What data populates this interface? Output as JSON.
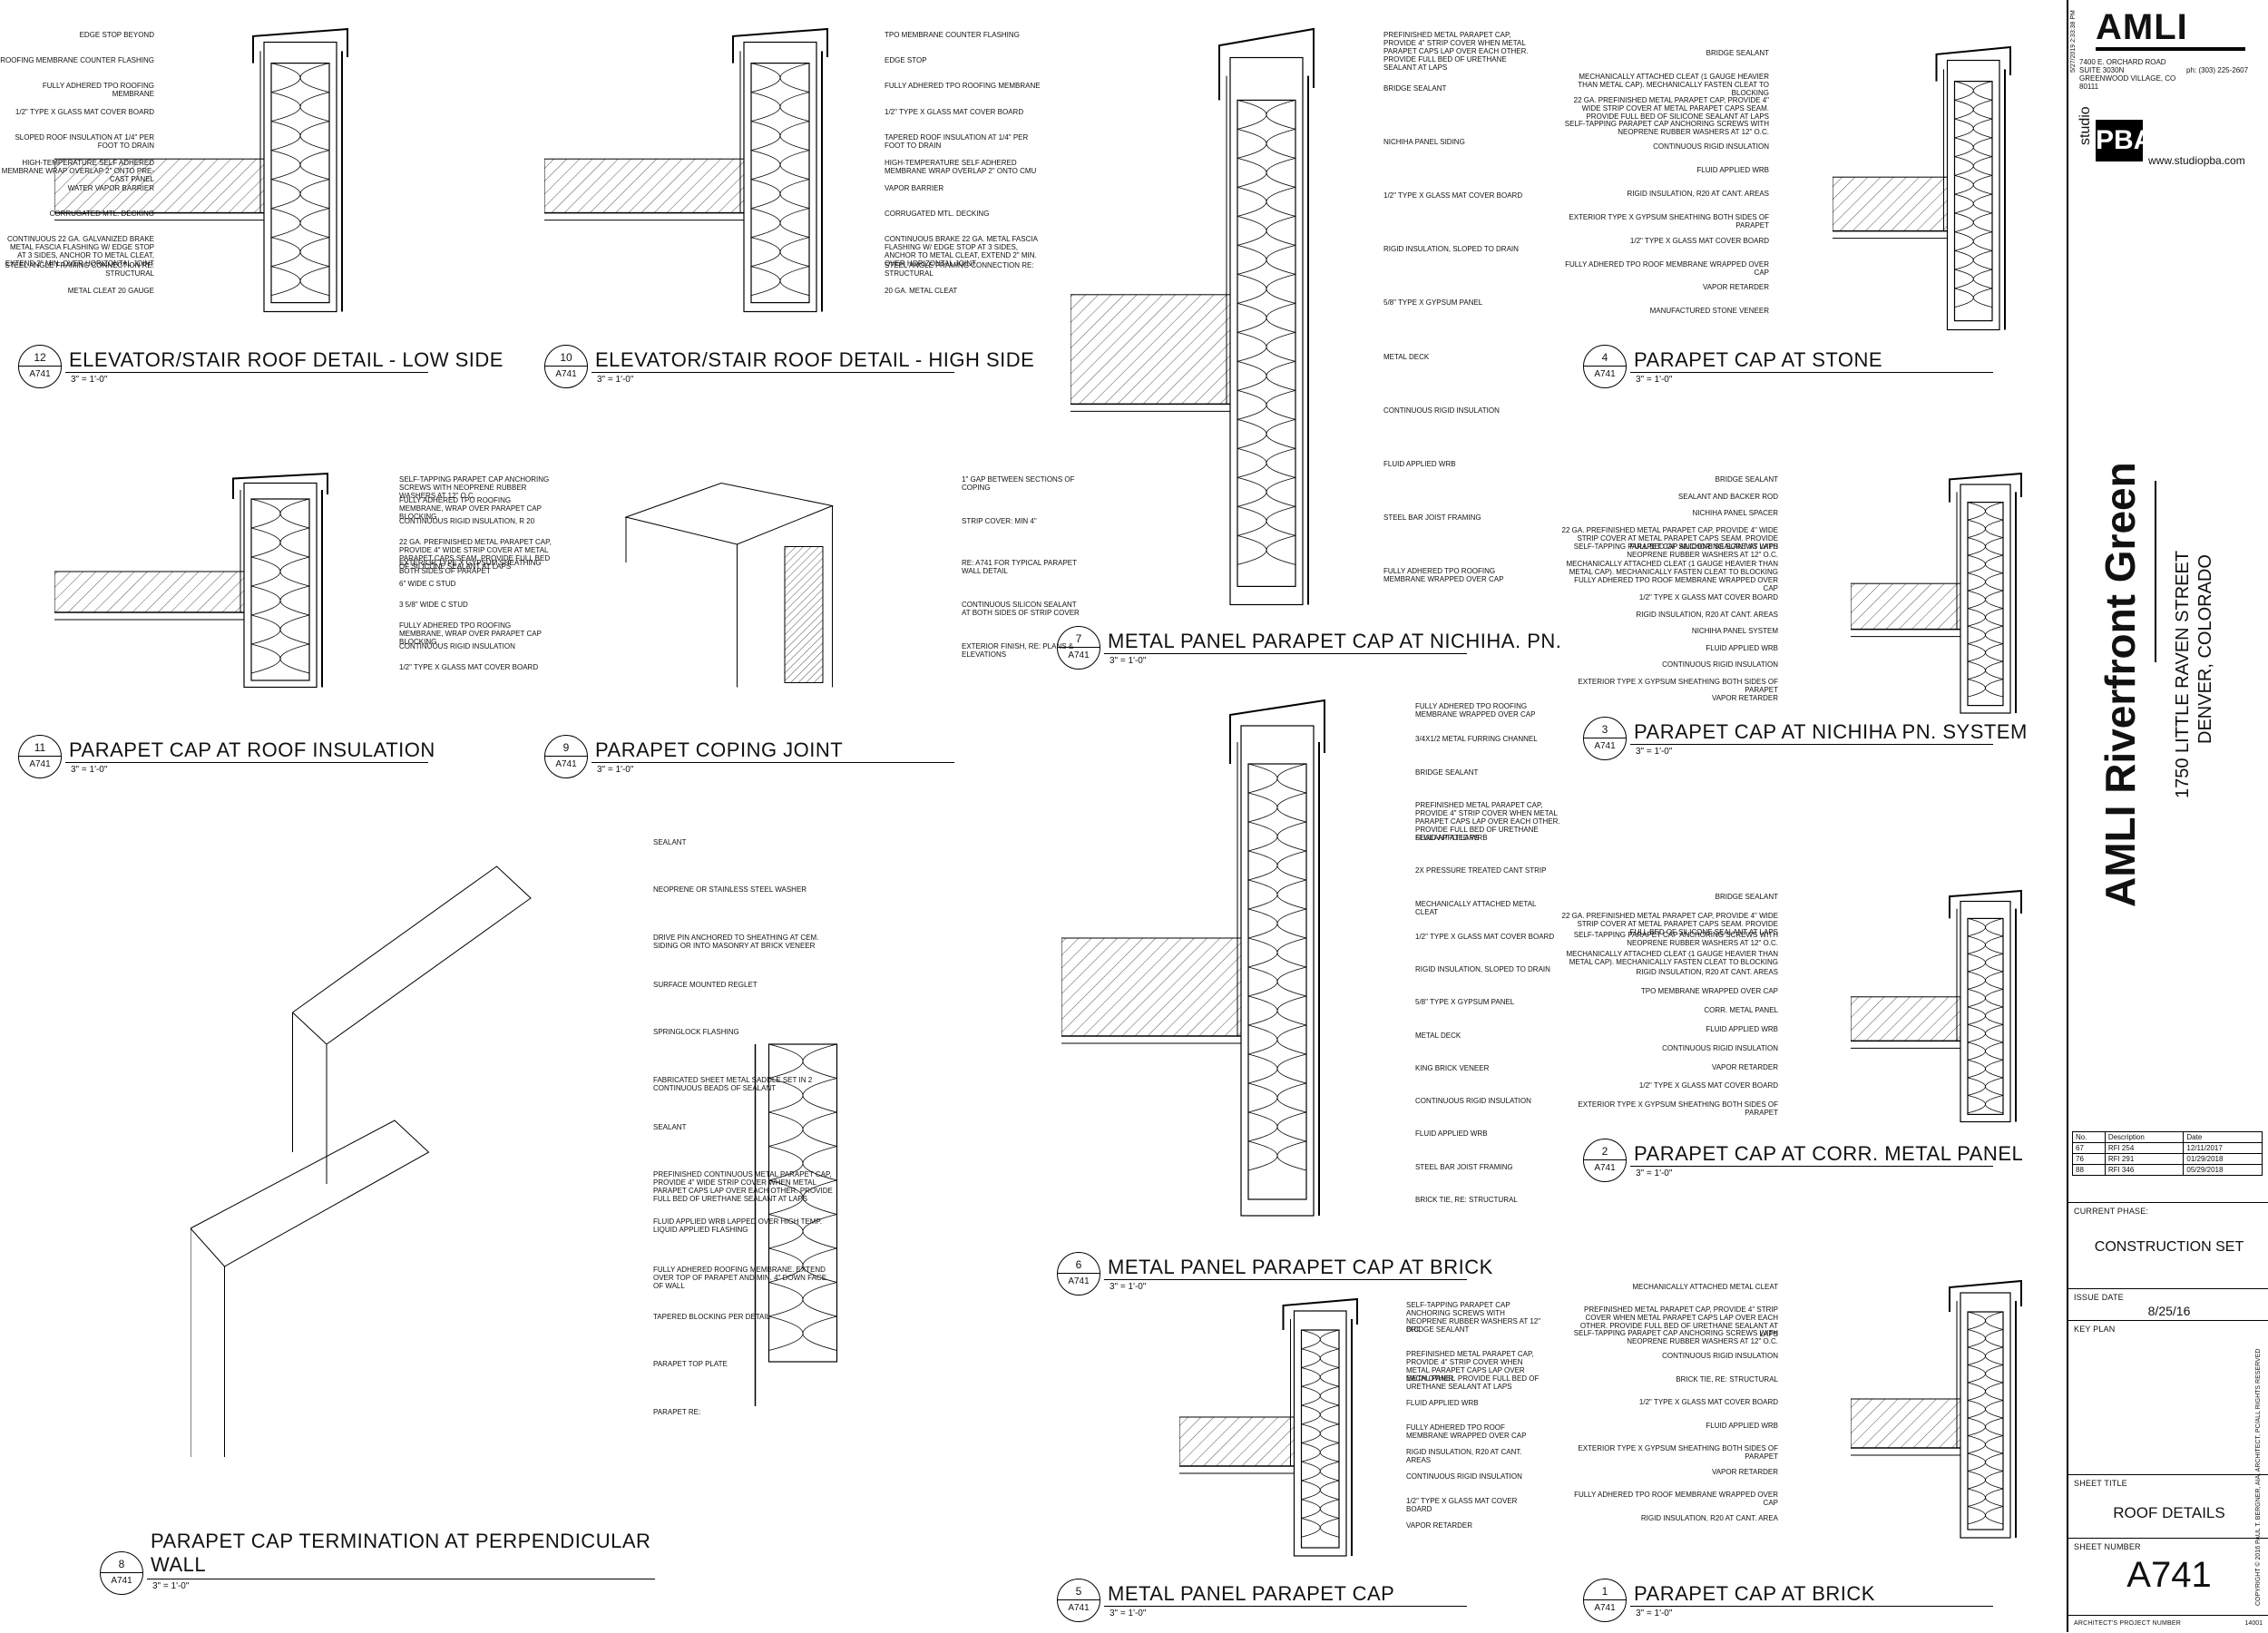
{
  "project": {
    "name": "AMLI Riverfront Green",
    "address_line1": "1750 LITTLE RAVEN STREET",
    "address_line2": "DENVER, COLORADO"
  },
  "owner": {
    "logo_text": "AMLI",
    "address": [
      "7400 E. ORCHARD ROAD",
      "SUITE 3030N",
      "GREENWOOD VILLAGE, CO",
      "80111"
    ],
    "phone": "ph: (303) 225-2607"
  },
  "architect": {
    "logo_top": "studio",
    "logo_main": "PBA",
    "website": "www.studiopba.com",
    "project_number_label": "ARCHITECT'S PROJECT NUMBER",
    "project_number": "14001",
    "copyright": "COPYRIGHT © 2016 PAUL T. BERGNER, AIA, ARCHITECT, PC/ALL RIGHTS RESERVED"
  },
  "revisions": {
    "headers": [
      "No.",
      "Description",
      "Date"
    ],
    "rows": [
      [
        "67",
        "RFI 254",
        "12/11/2017"
      ],
      [
        "76",
        "RFI 291",
        "01/29/2018"
      ],
      [
        "88",
        "RFI 346",
        "05/29/2018"
      ]
    ]
  },
  "sheet": {
    "phase_label": "CURRENT PHASE:",
    "phase": "CONSTRUCTION SET",
    "issue_label": "ISSUE DATE",
    "issue_date": "8/25/16",
    "keyplan_label": "KEY PLAN",
    "title_label": "SHEET TITLE",
    "title": "ROOF DETAILS",
    "number_label": "SHEET NUMBER",
    "number": "A741",
    "plot_stamp": "5/27/2019 2:33:38 PM"
  },
  "details": [
    {
      "id": "d12",
      "num": "12",
      "sheet": "A741",
      "title": "ELEVATOR/STAIR ROOF DETAIL - LOW SIDE",
      "scale": "3\" = 1'-0\"",
      "notes": [
        "EDGE STOP BEYOND",
        "ROOFING MEMBRANE COUNTER FLASHING",
        "FULLY ADHERED TPO ROOFING MEMBRANE",
        "1/2\" TYPE X GLASS MAT COVER BOARD",
        "SLOPED ROOF INSULATION AT 1/4\" PER FOOT TO DRAIN",
        "HIGH-TEMPERATURE SELF ADHERED MEMBRANE WRAP OVERLAP 2\" ONTO PRE-CAST PANEL",
        "WATER VAPOR BARRIER",
        "CORRUGATED MTL. DECKING",
        "CONTINUOUS 22 GA. GALVANIZED BRAKE METAL FASCIA FLASHING W/ EDGE STOP AT 3 SIDES, ANCHOR TO METAL CLEAT, EXTEND 2\" MIN. OVER HORIZONTAL JOINT",
        "STEEL ANGLE FRAMING CONNECTION RE: STRUCTURAL",
        "METAL CLEAT 20 GAUGE"
      ]
    },
    {
      "id": "d10",
      "num": "10",
      "sheet": "A741",
      "title": "ELEVATOR/STAIR ROOF DETAIL - HIGH SIDE",
      "scale": "3\" = 1'-0\"",
      "notes": [
        "TPO MEMBRANE COUNTER FLASHING",
        "EDGE STOP",
        "FULLY ADHERED TPO ROOFING MEMBRANE",
        "1/2\" TYPE X GLASS MAT COVER BOARD",
        "TAPERED ROOF INSULATION AT 1/4\" PER FOOT TO DRAIN",
        "HIGH-TEMPERATURE SELF ADHERED MEMBRANE WRAP OVERLAP 2\" ONTO CMU",
        "VAPOR BARRIER",
        "CORRUGATED MTL. DECKING",
        "CONTINUOUS BRAKE 22 GA. METAL FASCIA FLASHING W/ EDGE STOP AT 3 SIDES, ANCHOR TO METAL CLEAT, EXTEND 2\" MIN. OVER HORIZONTAL JOINT",
        "STEEL ANGLE FRAMING CONNECTION RE: STRUCTURAL",
        "20 GA. METAL CLEAT"
      ]
    },
    {
      "id": "d7",
      "num": "7",
      "sheet": "A741",
      "title": "METAL PANEL PARAPET CAP AT NICHIHA. PN.",
      "scale": "3\" = 1'-0\"",
      "notes": [
        "PREFINISHED METAL PARAPET CAP, PROVIDE 4\" STRIP COVER WHEN METAL PARAPET CAPS LAP OVER EACH OTHER. PROVIDE FULL BED OF URETHANE SEALANT AT LAPS",
        "BRIDGE SEALANT",
        "NICHIHA PANEL SIDING",
        "1/2\" TYPE X GLASS MAT COVER BOARD",
        "RIGID INSULATION, SLOPED TO DRAIN",
        "5/8\" TYPE X GYPSUM PANEL",
        "METAL DECK",
        "CONTINUOUS RIGID INSULATION",
        "FLUID APPLIED WRB",
        "STEEL BAR JOIST FRAMING",
        "FULLY ADHERED TPO ROOFING MEMBRANE WRAPPED OVER CAP"
      ]
    },
    {
      "id": "d4",
      "num": "4",
      "sheet": "A741",
      "title": "PARAPET CAP AT STONE",
      "scale": "3\" = 1'-0\"",
      "notes": [
        "BRIDGE SEALANT",
        "MECHANICALLY ATTACHED CLEAT (1 GAUGE HEAVIER THAN METAL CAP). MECHANICALLY FASTEN CLEAT TO BLOCKING",
        "22 GA. PREFINISHED METAL PARAPET CAP, PROVIDE 4\" WIDE STRIP COVER AT METAL PARAPET CAPS SEAM. PROVIDE FULL BED OF SILICONE SEALANT AT LAPS",
        "SELF-TAPPING PARAPET CAP ANCHORING SCREWS WITH NEOPRENE RUBBER WASHERS AT 12\" O.C.",
        "CONTINUOUS RIGID INSULATION",
        "FLUID APPLIED WRB",
        "RIGID INSULATION, R20 AT CANT. AREAS",
        "EXTERIOR TYPE X GYPSUM SHEATHING BOTH SIDES OF PARAPET",
        "1/2\" TYPE X GLASS MAT COVER BOARD",
        "FULLY ADHERED TPO ROOF MEMBRANE WRAPPED OVER CAP",
        "VAPOR RETARDER",
        "MANUFACTURED STONE VENEER"
      ]
    },
    {
      "id": "d11",
      "num": "11",
      "sheet": "A741",
      "title": "PARAPET CAP AT ROOF INSULATION",
      "scale": "3\" = 1'-0\"",
      "notes": [
        "SELF-TAPPING PARAPET CAP ANCHORING SCREWS WITH NEOPRENE RUBBER WASHERS AT 12\" O.C.",
        "FULLY ADHERED TPO ROOFING MEMBRANE, WRAP OVER PARAPET CAP BLOCKING",
        "CONTINUOUS RIGID INSULATION, R 20",
        "22 GA. PREFINISHED METAL PARAPET CAP, PROVIDE 4\" WIDE STRIP COVER AT METAL PARAPET CAPS SEAM. PROVIDE FULL BED OF SILICONE SEALANT AT LAPS",
        "EXTERIOR TYPE X GYPSUM SHEATHING BOTH SIDES OF PARAPET",
        "6\" WIDE C STUD",
        "3 5/8\" WIDE C STUD",
        "FULLY ADHERED TPO ROOFING MEMBRANE, WRAP OVER PARAPET CAP BLOCKING",
        "CONTINUOUS RIGID INSULATION",
        "1/2\" TYPE X GLASS MAT COVER BOARD"
      ]
    },
    {
      "id": "d9",
      "num": "9",
      "sheet": "A741",
      "title": "PARAPET COPING JOINT",
      "scale": "3\" = 1'-0\"",
      "notes": [
        "1\" GAP BETWEEN SECTIONS OF COPING",
        "STRIP COVER: MIN 4\"",
        "RE: A741 FOR TYPICAL PARAPET WALL DETAIL",
        "CONTINUOUS SILICON SEALANT AT BOTH SIDES OF STRIP COVER",
        "EXTERIOR FINISH, RE: PLANS & ELEVATIONS"
      ]
    },
    {
      "id": "d3",
      "num": "3",
      "sheet": "A741",
      "title": "PARAPET CAP AT NICHIHA PN. SYSTEM",
      "scale": "3\" = 1'-0\"",
      "notes": [
        "BRIDGE SEALANT",
        "SEALANT AND BACKER ROD",
        "NICHIHA PANEL SPACER",
        "22 GA. PREFINISHED METAL PARAPET CAP, PROVIDE 4\" WIDE STRIP COVER AT METAL PARAPET CAPS SEAM. PROVIDE FULL BED OF SILICONE SEALANT AT LAPS",
        "SELF-TAPPING PARAPET CAP ANCHORING SCREWS WITH NEOPRENE RUBBER WASHERS AT 12\" O.C.",
        "MECHANICALLY ATTACHED CLEAT (1 GAUGE HEAVIER THAN METAL CAP). MECHANICALLY FASTEN CLEAT TO BLOCKING",
        "FULLY ADHERED TPO ROOF MEMBRANE WRAPPED OVER CAP",
        "1/2\" TYPE X GLASS MAT COVER BOARD",
        "RIGID INSULATION, R20 AT CANT. AREAS",
        "NICHIHA PANEL SYSTEM",
        "FLUID APPLIED WRB",
        "CONTINUOUS RIGID INSULATION",
        "EXTERIOR TYPE X GYPSUM SHEATHING BOTH SIDES OF PARAPET",
        "VAPOR RETARDER"
      ]
    },
    {
      "id": "d6",
      "num": "6",
      "sheet": "A741",
      "title": "METAL PANEL PARAPET CAP AT BRICK",
      "scale": "3\" = 1'-0\"",
      "notes": [
        "FULLY ADHERED TPO ROOFING MEMBRANE WRAPPED OVER CAP",
        "3/4x1/2 METAL FURRING CHANNEL",
        "BRIDGE SEALANT",
        "PREFINISHED METAL PARAPET CAP, PROVIDE 4\" STRIP COVER WHEN METAL PARAPET CAPS LAP OVER EACH OTHER. PROVIDE FULL BED OF URETHANE SEALANT AT LAPS",
        "FLUID APPLIED WRB",
        "2x PRESSURE TREATED CANT STRIP",
        "MECHANICALLY ATTACHED METAL CLEAT",
        "1/2\" TYPE X GLASS MAT COVER BOARD",
        "RIGID INSULATION, SLOPED TO DRAIN",
        "5/8\" TYPE X GYPSUM PANEL",
        "METAL DECK",
        "KING BRICK VENEER",
        "CONTINUOUS RIGID INSULATION",
        "FLUID APPLIED WRB",
        "STEEL BAR JOIST FRAMING",
        "BRICK TIE, RE: STRUCTURAL"
      ]
    },
    {
      "id": "d2",
      "num": "2",
      "sheet": "A741",
      "title": "PARAPET CAP AT CORR. METAL PANEL",
      "scale": "3\" = 1'-0\"",
      "notes": [
        "BRIDGE SEALANT",
        "22 GA. PREFINISHED METAL PARAPET CAP, PROVIDE 4\" WIDE STRIP COVER AT METAL PARAPET CAPS SEAM. PROVIDE FULL BED OF SILICONE SEALANT AT LAPS",
        "SELF-TAPPING PARAPET CAP ANCHORING SCREWS WITH NEOPRENE RUBBER WASHERS AT 12\" O.C.",
        "MECHANICALLY ATTACHED CLEAT (1 GAUGE HEAVIER THAN METAL CAP). MECHANICALLY FASTEN CLEAT TO BLOCKING",
        "RIGID INSULATION, R20 AT CANT. AREAS",
        "TPO MEMBRANE WRAPPED OVER CAP",
        "CORR. METAL PANEL",
        "FLUID APPLIED WRB",
        "CONTINUOUS RIGID INSULATION",
        "VAPOR RETARDER",
        "1/2\" TYPE X GLASS MAT COVER BOARD",
        "EXTERIOR TYPE X GYPSUM SHEATHING BOTH SIDES OF PARAPET"
      ]
    },
    {
      "id": "d8",
      "num": "8",
      "sheet": "A741",
      "title": "PARAPET CAP TERMINATION AT PERPENDICULAR WALL",
      "scale": "3\" = 1'-0\"",
      "notes": [
        "SEALANT",
        "NEOPRENE OR STAINLESS STEEL WASHER",
        "DRIVE PIN ANCHORED TO SHEATHING AT CEM. SIDING OR INTO MASONRY AT BRICK VENEER",
        "SURFACE MOUNTED REGLET",
        "SPRINGLOCK FLASHING",
        "FABRICATED SHEET METAL SADDLE SET IN 2 CONTINUOUS BEADS OF SEALANT",
        "SEALANT",
        "PREFINISHED CONTINUOUS METAL PARAPET CAP, PROVIDE 4\" WIDE STRIP COVER WHEN METAL PARAPET CAPS LAP OVER EACH OTHER. PROVIDE FULL BED OF URETHANE SEALANT AT LAPS",
        "FLUID APPLIED WRB LAPPED OVER HIGH TEMP. LIQUID APPLIED FLASHING",
        "FULLY ADHERED ROOFING MEMBRANE. EXTEND OVER TOP OF PARAPET AND MIN. 4\" DOWN FACE OF WALL",
        "TAPERED BLOCKING PER DETAIL",
        "PARAPET TOP PLATE",
        "PARAPET RE:"
      ]
    },
    {
      "id": "d5",
      "num": "5",
      "sheet": "A741",
      "title": "METAL PANEL PARAPET CAP",
      "scale": "3\" = 1'-0\"",
      "notes": [
        "SELF-TAPPING PARAPET CAP ANCHORING SCREWS WITH NEOPRENE RUBBER WASHERS AT 12\" O.C.",
        "BRIDGE SEALANT",
        "PREFINISHED METAL PARAPET CAP, PROVIDE 4\" STRIP COVER WHEN METAL PARAPET CAPS LAP OVER EACH OTHER. PROVIDE FULL BED OF URETHANE SEALANT AT LAPS",
        "METAL PANEL",
        "FLUID APPLIED WRB",
        "FULLY ADHERED TPO ROOF MEMBRANE WRAPPED OVER CAP",
        "RIGID INSULATION, R20 AT CANT. AREAS",
        "CONTINUOUS RIGID INSULATION",
        "1/2\" TYPE X GLASS MAT COVER BOARD",
        "VAPOR RETARDER"
      ]
    },
    {
      "id": "d1",
      "num": "1",
      "sheet": "A741",
      "title": "PARAPET CAP AT BRICK",
      "scale": "3\" = 1'-0\"",
      "notes": [
        "MECHANICALLY ATTACHED METAL CLEAT",
        "PREFINISHED METAL PARAPET CAP, PROVIDE 4\" STRIP COVER WHEN METAL PARAPET CAPS LAP OVER EACH OTHER. PROVIDE FULL BED OF URETHANE SEALANT AT LAPS",
        "SELF-TAPPING PARAPET CAP ANCHORING SCREWS WITH NEOPRENE RUBBER WASHERS AT 12\" O.C.",
        "CONTINUOUS RIGID INSULATION",
        "BRICK TIE, RE: STRUCTURAL",
        "1/2\" TYPE X GLASS MAT COVER BOARD",
        "FLUID APPLIED WRB",
        "EXTERIOR TYPE X GYPSUM SHEATHING BOTH SIDES OF PARAPET",
        "VAPOR RETARDER",
        "FULLY ADHERED TPO ROOF MEMBRANE WRAPPED OVER CAP",
        "RIGID INSULATION, R20 AT CANT. AREA"
      ]
    }
  ],
  "colors": {
    "line": "#000000",
    "paper": "#ffffff",
    "hatch": "#666666"
  }
}
